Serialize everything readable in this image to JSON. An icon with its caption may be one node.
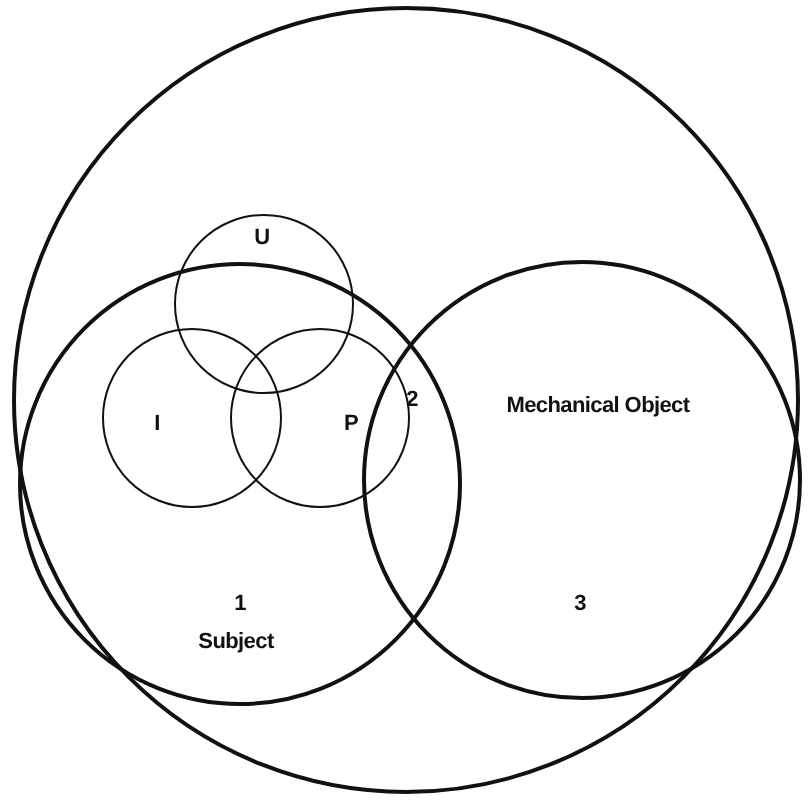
{
  "diagram": {
    "nodes": [
      {
        "text": [],
        "shape": "circle"
      },
      {
        "text": [
          "Subject"
        ],
        "in": 0
      },
      {
        "text": [
          "U"
        ],
        "in": 0
      },
      {
        "text": [
          "I"
        ],
        "in": 1
      },
      {
        "text": [
          "P"
        ],
        "in": 1
      },
      {
        "text": [
          "Mechanical Object"
        ],
        "in": 0
      }
    ],
    "labels": [
      "2",
      "1",
      "3"
    ]
  }
}
